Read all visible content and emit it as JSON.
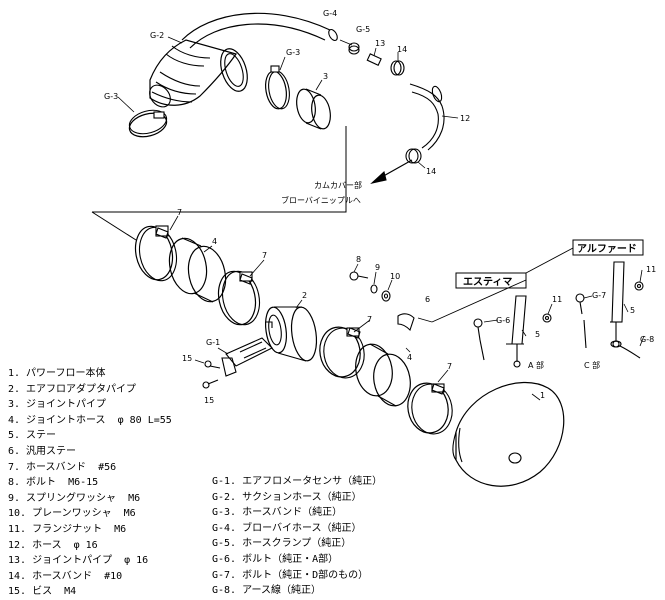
{
  "labels": {
    "g2": "G-2",
    "g3a": "G-3",
    "g3b": "G-3",
    "g4": "G-4",
    "g5": "G-5",
    "n13": "13",
    "n14a": "14",
    "n3": "3",
    "n12": "12",
    "n14b": "14",
    "n7a": "7",
    "n4a": "4",
    "n7b": "7",
    "n2": "2",
    "g1": "G-1",
    "n15a": "15",
    "n15b": "15",
    "n8": "8",
    "n9": "9",
    "n10": "10",
    "n6": "6",
    "n7c": "7",
    "n4b": "4",
    "n7d": "7",
    "n1": "1",
    "g6": "G-6",
    "n11a": "11",
    "n5a": "5",
    "g7": "G-7",
    "n11b": "11",
    "n5b": "5",
    "g8": "G-8"
  },
  "notes": {
    "cam_cover": "カムカバー部",
    "blowby_nipple": "ブローバイニップルへ",
    "part_a": "A 部",
    "part_c": "C 部"
  },
  "vehicles": {
    "estima": "エスティマ",
    "alphard": "アルファード"
  },
  "legend_left": [
    "1. パワーフロー本体",
    "2. エアフロアダプタパイプ",
    "3. ジョイントパイプ",
    "4. ジョイントホース  φ 80 L=55",
    "5. ステー",
    "6. 汎用ステー",
    "7. ホースバンド  #56",
    "8. ボルト  M6-15",
    "9. スプリングワッシャ  M6",
    "10. プレーンワッシャ  M6",
    "11. フランジナット  M6",
    "12. ホース  φ 16",
    "13. ジョイントパイプ  φ 16",
    "14. ホースバンド  #10",
    "15. ビス  M4"
  ],
  "legend_right": [
    "G-1. エアフロメータセンサ（純正）",
    "G-2. サクションホース（純正）",
    "G-3. ホースバンド（純正）",
    "G-4. ブローバイホース（純正）",
    "G-5. ホースクランプ（純正）",
    "G-6. ボルト（純正・A部）",
    "G-7. ボルト（純正・D部のもの）",
    "G-8. アース線（純正）"
  ]
}
